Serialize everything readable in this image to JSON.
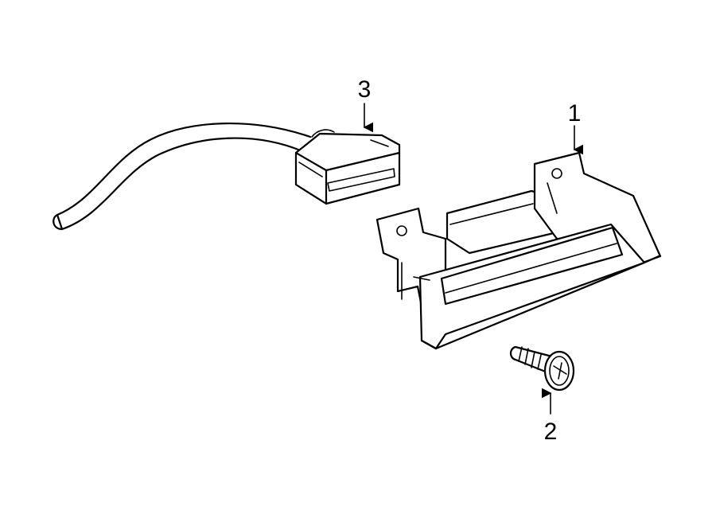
{
  "diagram": {
    "callouts": [
      {
        "id": "part-1",
        "label": "1"
      },
      {
        "id": "part-2",
        "label": "2"
      },
      {
        "id": "part-3",
        "label": "3"
      }
    ],
    "parts": [
      {
        "id": "housing",
        "callout": "1",
        "icon": "lamp-housing"
      },
      {
        "id": "screw",
        "callout": "2",
        "icon": "screw"
      },
      {
        "id": "connector",
        "callout": "3",
        "icon": "wire-connector"
      }
    ]
  }
}
